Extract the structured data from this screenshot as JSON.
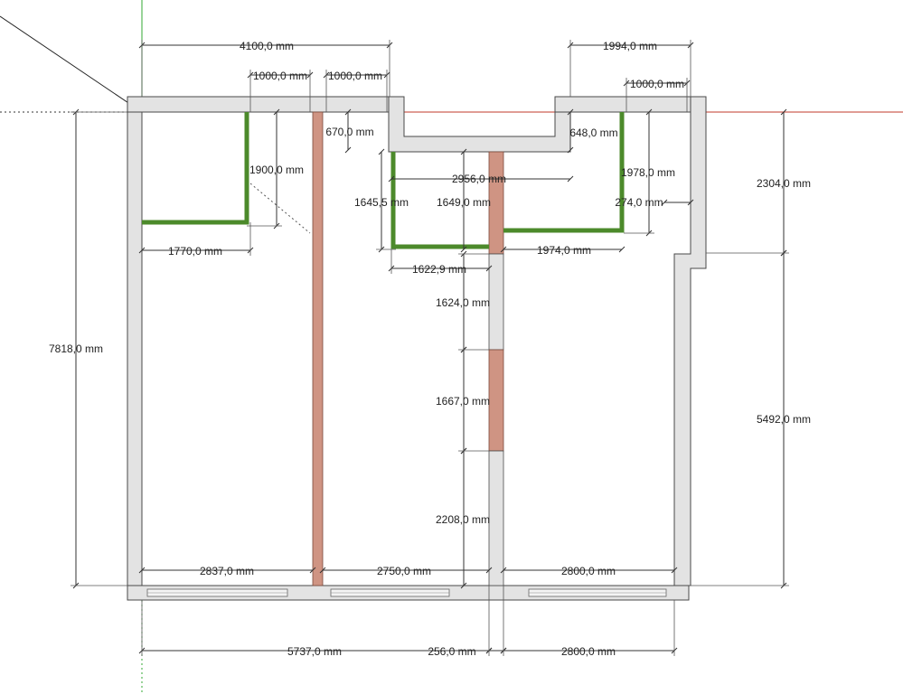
{
  "plan": {
    "colors": {
      "wall_fill": "#e3e3e3",
      "wall_stroke": "#4a4a4a",
      "partition_fill": "#cf9483",
      "partition_stroke": "#7a4a3c",
      "green_wall": "#4c8a2b",
      "window_fill": "#f4f4f4",
      "axis_red": "#c0392b",
      "axis_green": "#33aa33",
      "dim_color": "#333333",
      "background": "#ffffff"
    },
    "dimensions": {
      "top_4100": "4100,0 mm",
      "top_1994": "1994,0 mm",
      "top_1000_a": "1000,0 mm",
      "top_1000_b": "1000,0 mm",
      "top_1000_c": "1000,0 mm",
      "bath_1900": "1900,0 mm",
      "bath_1770": "1770,0 mm",
      "niche_670": "670,0 mm",
      "niche_648": "648,0 mm",
      "niche_2956": "2956,0 mm",
      "room_1978": "1978,0 mm",
      "left_7818": "7818,0 mm",
      "right_2304": "2304,0 mm",
      "right_5492": "5492,0 mm",
      "box_1645": "1645,5 mm",
      "box_1649": "1649,0 mm",
      "box_274": "274,0 mm",
      "box_1622": "1622,9 mm",
      "box_1974": "1974,0 mm",
      "wall_1624": "1624,0 mm",
      "wall_1667": "1667,0 mm",
      "wall_2208": "2208,0 mm",
      "room_2837": "2837,0 mm",
      "room_2750": "2750,0 mm",
      "room_2800": "2800,0 mm",
      "bottom_5737": "5737,0 mm",
      "bottom_256": "256,0 mm",
      "bottom_2800": "2800,0 mm"
    }
  }
}
